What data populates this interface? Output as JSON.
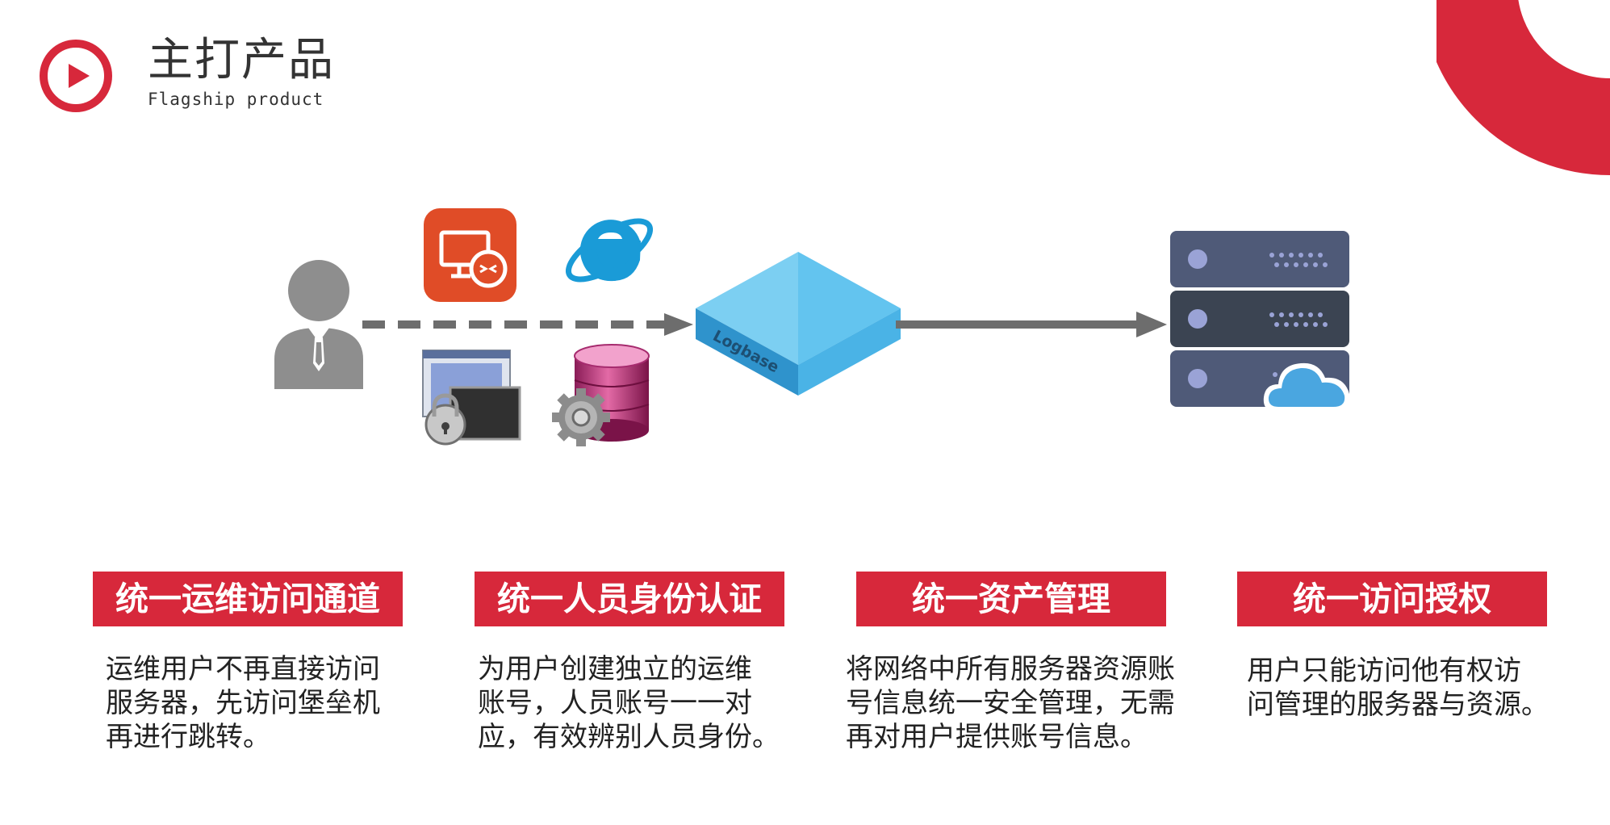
{
  "header": {
    "title": "主打产品",
    "subtitle": "Flagship product"
  },
  "colors": {
    "accent": "#d7283b",
    "arrow": "#6d6d6d",
    "person": "#8e8e8e",
    "server_dark": "#3b4452",
    "server_mid": "#4f5a78",
    "logbase": "#4ab3e6"
  },
  "diagram": {
    "gateway_label": "Logbase",
    "icons": [
      "user-icon",
      "remote-desktop-icon",
      "internet-explorer-icon",
      "ssh-terminal-icon",
      "database-icon",
      "server-rack-icon",
      "cloud-icon"
    ]
  },
  "features": [
    {
      "title": "统一运维访问通道",
      "desc": "运维用户不再直接访问\n服务器，先访问堡垒机\n再进行跳转。"
    },
    {
      "title": "统一人员身份认证",
      "desc": "为用户创建独立的运维\n账号，人员账号一一对\n应，有效辨别人员身份。"
    },
    {
      "title": "统一资产管理",
      "desc": "将网络中所有服务器资源账\n号信息统一安全管理，无需\n再对用户提供账号信息。"
    },
    {
      "title": "统一访问授权",
      "desc": "用户只能访问他有权访\n问管理的服务器与资源。"
    }
  ]
}
